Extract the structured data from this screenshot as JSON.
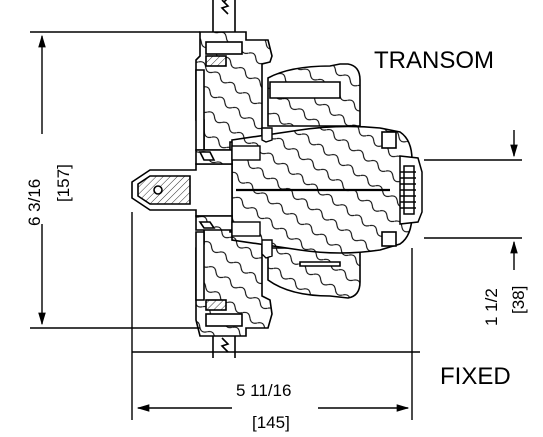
{
  "labels": {
    "transom": "TRANSOM",
    "fixed": "FIXED"
  },
  "dimensions": {
    "height_imperial": "6  3/16",
    "height_metric": "[157]",
    "width_imperial": "5  11/16",
    "width_metric": "[145]",
    "depth_imperial": "1  1/2",
    "depth_metric": "[38]"
  },
  "colors": {
    "line": "#000000",
    "background": "#ffffff"
  }
}
